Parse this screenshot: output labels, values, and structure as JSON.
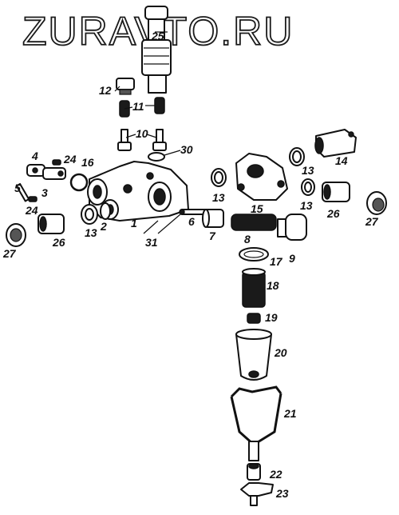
{
  "watermark": "ZURAVTO.RU",
  "callouts": [
    {
      "id": "c25",
      "text": "25"
    },
    {
      "id": "c12",
      "text": "12"
    },
    {
      "id": "c11",
      "text": "11"
    },
    {
      "id": "c10",
      "text": "10"
    },
    {
      "id": "c30",
      "text": "30"
    },
    {
      "id": "c4",
      "text": "4"
    },
    {
      "id": "c24a",
      "text": "24"
    },
    {
      "id": "c16",
      "text": "16"
    },
    {
      "id": "c5",
      "text": "5"
    },
    {
      "id": "c3",
      "text": "3"
    },
    {
      "id": "c24b",
      "text": "24"
    },
    {
      "id": "c13a",
      "text": "13"
    },
    {
      "id": "c2",
      "text": "2"
    },
    {
      "id": "c1",
      "text": "1"
    },
    {
      "id": "c6",
      "text": "6"
    },
    {
      "id": "c31",
      "text": "31"
    },
    {
      "id": "c7",
      "text": "7"
    },
    {
      "id": "c27a",
      "text": "27"
    },
    {
      "id": "c26a",
      "text": "26"
    },
    {
      "id": "c13b",
      "text": "13"
    },
    {
      "id": "c15",
      "text": "15"
    },
    {
      "id": "c8",
      "text": "8"
    },
    {
      "id": "c9",
      "text": "9"
    },
    {
      "id": "c17",
      "text": "17"
    },
    {
      "id": "c13c",
      "text": "13"
    },
    {
      "id": "c14",
      "text": "14"
    },
    {
      "id": "c13d",
      "text": "13"
    },
    {
      "id": "c26b",
      "text": "26"
    },
    {
      "id": "c27b",
      "text": "27"
    },
    {
      "id": "c18",
      "text": "18"
    },
    {
      "id": "c19",
      "text": "19"
    },
    {
      "id": "c20",
      "text": "20"
    },
    {
      "id": "c21",
      "text": "21"
    },
    {
      "id": "c22",
      "text": "22"
    },
    {
      "id": "c23",
      "text": "23"
    }
  ]
}
